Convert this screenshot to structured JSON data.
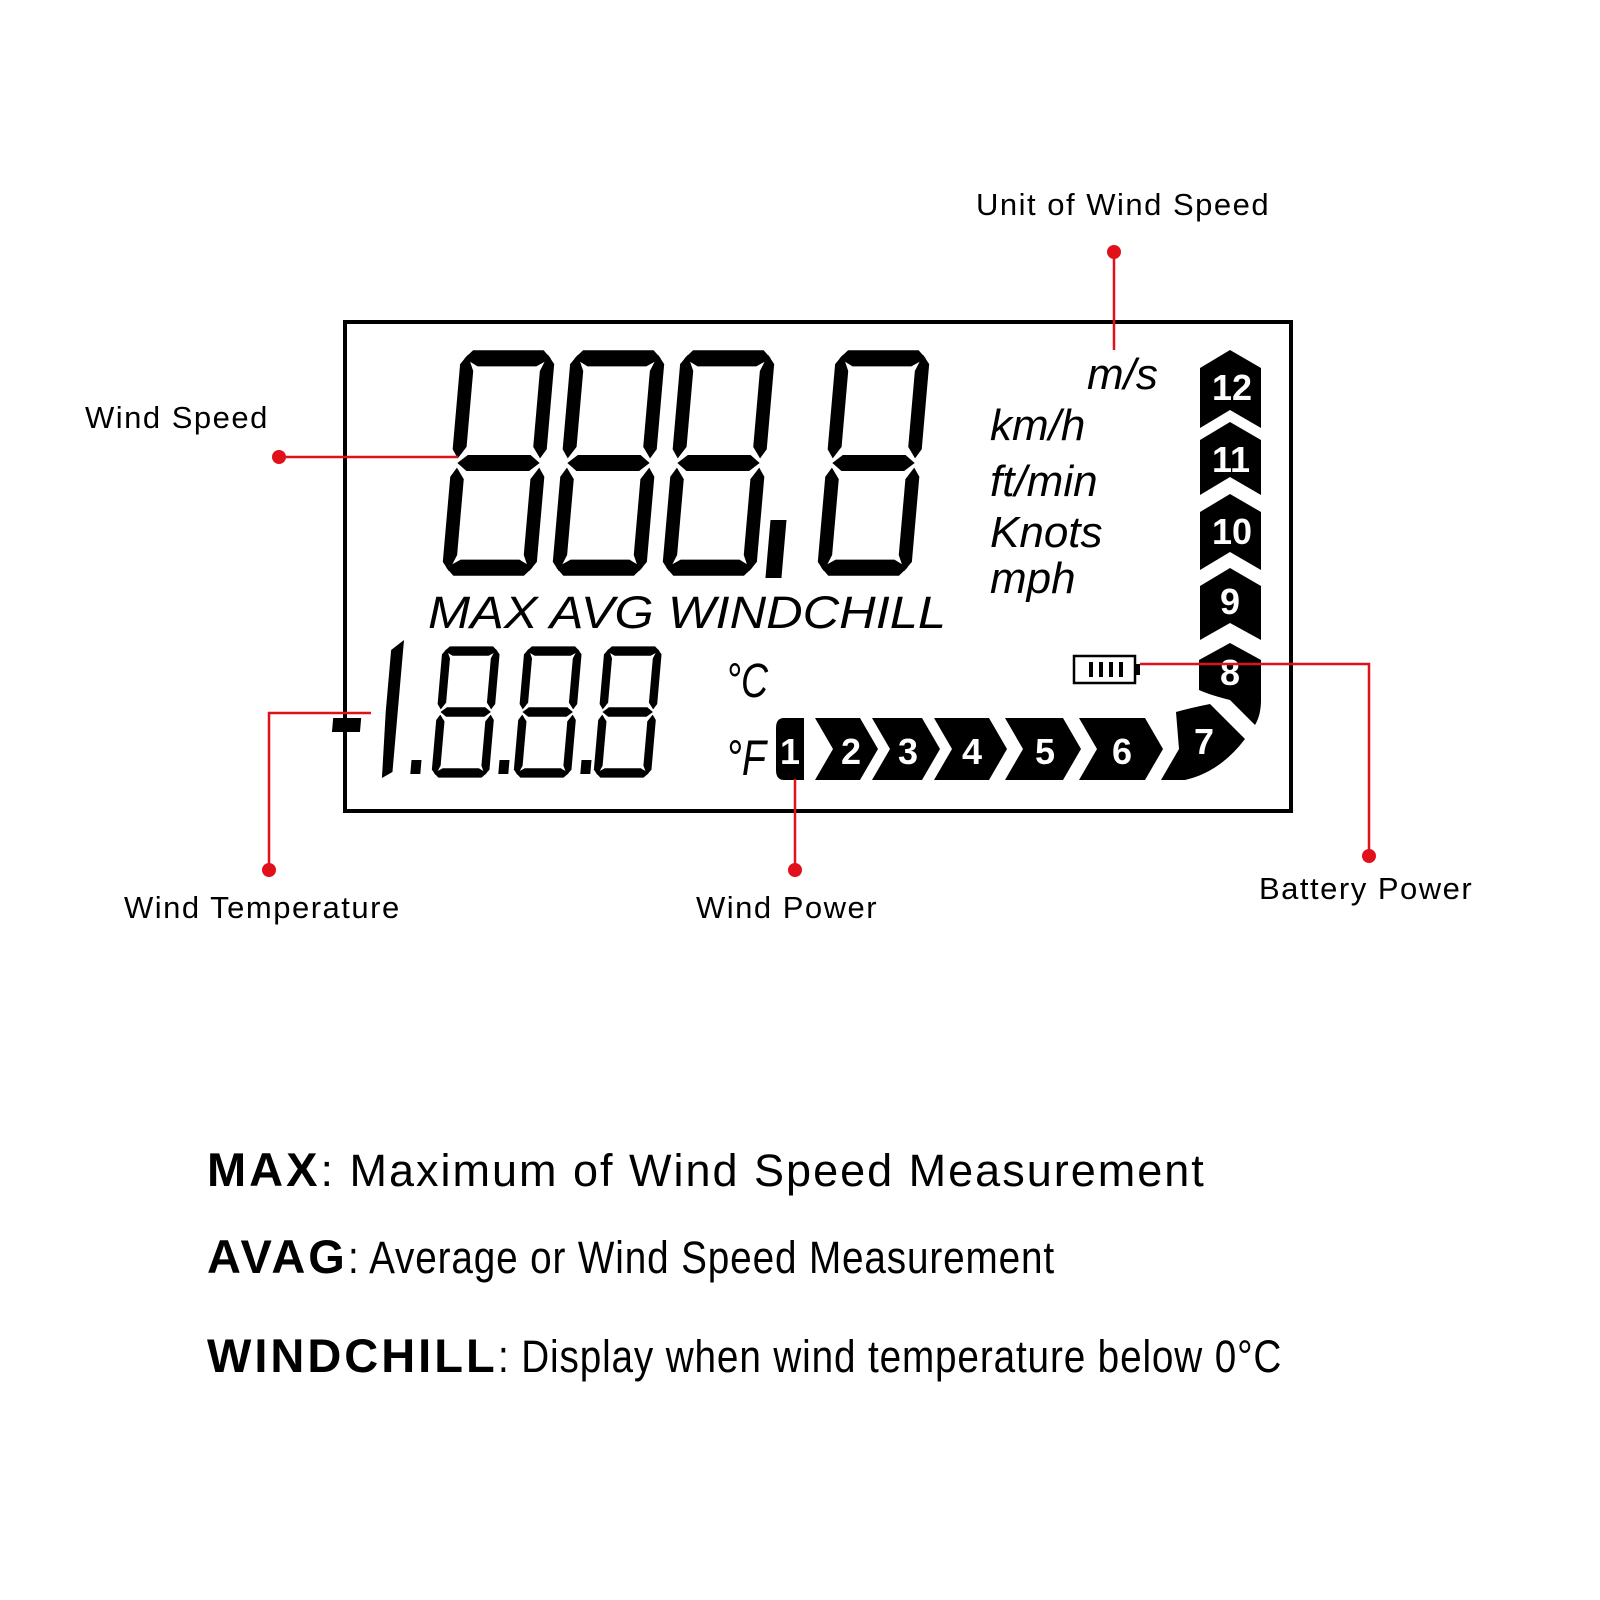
{
  "display": {
    "speed_digits": "888.8",
    "temp_digits": "-1.8.8.8",
    "mode_labels": "MAX AVG WINDCHILL",
    "temp_units": [
      "°C",
      "°F"
    ],
    "speed_units": [
      "m/s",
      "km/h",
      "ft/min",
      "Knots",
      "mph"
    ],
    "wind_power_scale": [
      "1",
      "2",
      "3",
      "4",
      "5",
      "6",
      "7",
      "8",
      "9",
      "10",
      "11",
      "12"
    ],
    "battery_bars": 4
  },
  "callouts": {
    "unit_of_wind_speed": "Unit of Wind Speed",
    "wind_speed": "Wind Speed",
    "wind_temperature": "Wind Temperature",
    "wind_power": "Wind Power",
    "battery_power": "Battery Power"
  },
  "legend": [
    {
      "term": "MAX",
      "description": ": Maximum of Wind Speed Measurement"
    },
    {
      "term": "AVAG",
      "description": ": Average or Wind Speed Measurement"
    },
    {
      "term": "WINDCHILL",
      "description": ": Display when wind temperature below 0°C"
    }
  ],
  "colors": {
    "callout_line": "#e0111b",
    "segment": "#000000",
    "background": "#ffffff"
  }
}
